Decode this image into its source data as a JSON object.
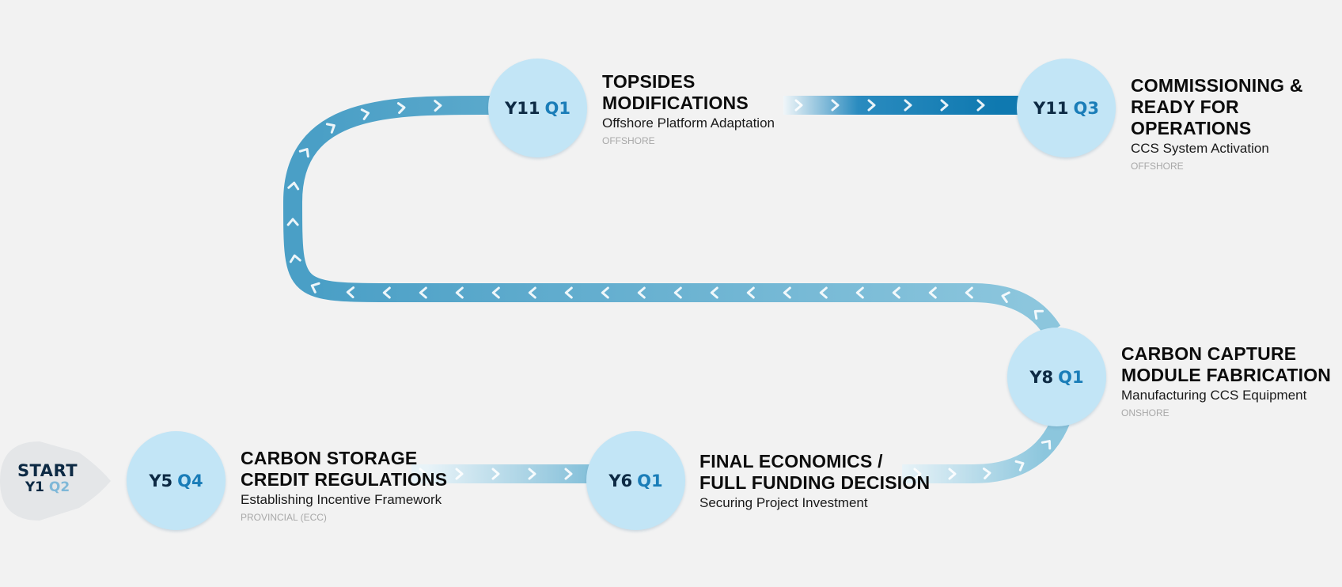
{
  "start": {
    "label": "START",
    "year": "Y1",
    "quarter": "Q2"
  },
  "milestones": [
    {
      "year": "Y5",
      "quarter": "Q4",
      "title_line1": "CARBON STORAGE",
      "title_line2": "CREDIT REGULATIONS",
      "subtitle": "Establishing Incentive Framework",
      "tag": "PROVINCIAL (ECC)"
    },
    {
      "year": "Y6",
      "quarter": "Q1",
      "title_line1": "FINAL ECONOMICS /",
      "title_line2": "FULL FUNDING DECISION",
      "subtitle": "Securing Project Investment",
      "tag": ""
    },
    {
      "year": "Y8",
      "quarter": "Q1",
      "title_line1": "CARBON CAPTURE",
      "title_line2": "MODULE FABRICATION",
      "subtitle": "Manufacturing CCS Equipment",
      "tag": "ONSHORE"
    },
    {
      "year": "Y11",
      "quarter": "Q1",
      "title_line1": "TOPSIDES",
      "title_line2": "MODIFICATIONS",
      "subtitle": "Offshore Platform Adaptation",
      "tag": "OFFSHORE"
    },
    {
      "year": "Y11",
      "quarter": "Q3",
      "title_line1": "COMMISSIONING &",
      "title_line2": "READY FOR OPERATIONS",
      "subtitle": "CCS System Activation",
      "tag": "OFFSHORE"
    }
  ],
  "colors": {
    "background": "#f2f2f2",
    "circle_fill": "#c2e5f6",
    "path_light": "#c9e4f1",
    "path_mid": "#8cc6dd",
    "path_dark": "#4a9fc6",
    "path_darkest": "#0f79b0",
    "quarter_text": "#1a7db8",
    "year_text": "#0d2a44",
    "tag_text": "#a8a8a8"
  }
}
